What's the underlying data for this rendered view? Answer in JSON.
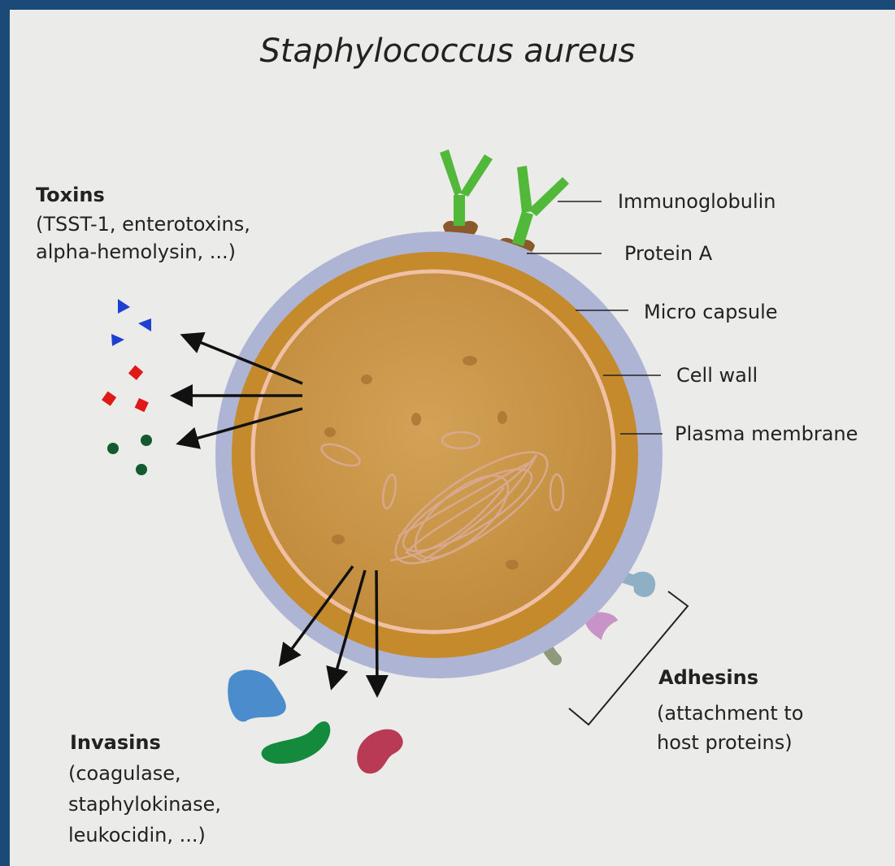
{
  "title": "Staphylococcus aureus",
  "labels": {
    "immunoglobulin": "Immunoglobulin",
    "protein_a": "Protein A",
    "micro_capsule": "Micro capsule",
    "cell_wall": "Cell wall",
    "plasma_membrane": "Plasma membrane"
  },
  "toxins": {
    "heading": "Toxins",
    "line1": "(TSST-1, enterotoxins,",
    "line2": "alpha-hemolysin, ...)"
  },
  "invasins": {
    "heading": "Invasins",
    "line1": "(coagulase,",
    "line2": "staphylokinase,",
    "line3": "leukocidin, ...)"
  },
  "adhesins": {
    "heading": "Adhesins",
    "line1": "(attachment to",
    "line2": "host proteins)"
  },
  "colors": {
    "frame": "#1b4a78",
    "background": "#ebebea",
    "capsule": "#aeb4d4",
    "cell_wall": "#c48a2c",
    "cytoplasm": "#c8943f",
    "membrane": "#f0c0a6",
    "immunoglobulin": "#52b83a",
    "protein_a": "#8b5a2b",
    "toxin_triangle": "#1f3fd0",
    "toxin_square": "#e01818",
    "toxin_dot": "#135a2e",
    "invasin_blue": "#4a8ccc",
    "invasin_green": "#138a3c",
    "invasin_red": "#b83a54"
  }
}
